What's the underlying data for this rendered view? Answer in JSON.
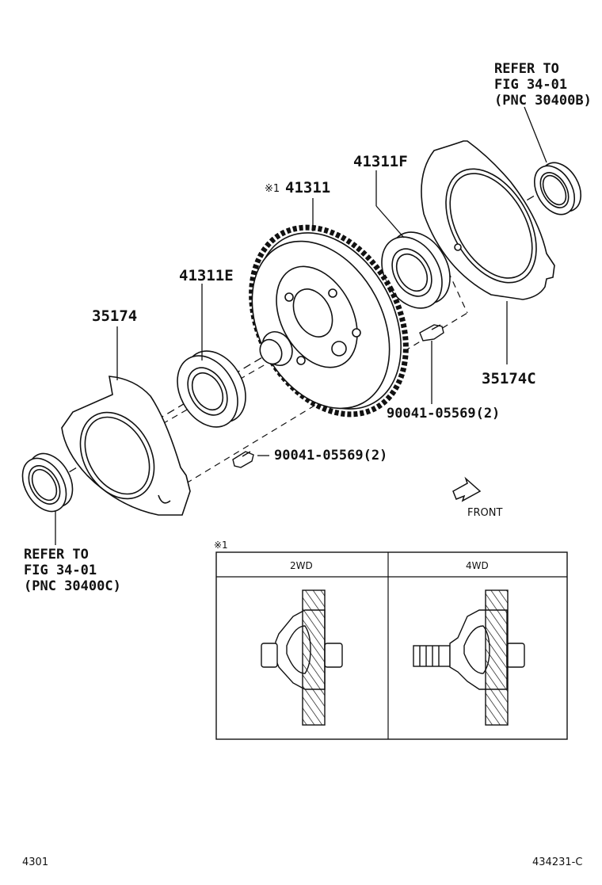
{
  "labels": {
    "refer_top": [
      "REFER TO",
      "FIG 34-01",
      "(PNC 30400B)"
    ],
    "refer_bottom": [
      "REFER TO",
      "FIG 34-01",
      "(PNC 30400C)"
    ],
    "part_41311F": "41311F",
    "part_41311_mark": "※1",
    "part_41311": "41311",
    "part_41311E": "41311E",
    "part_35174": "35174",
    "part_35174C": "35174C",
    "bolt_upper": "90041-05569(2)",
    "bolt_lower": "90041-05569(2)",
    "front": "FRONT"
  },
  "inset": {
    "mark": "※1",
    "col_left": "2WD",
    "col_right": "4WD"
  },
  "footer": {
    "left": "4301",
    "right": "434231-C"
  }
}
